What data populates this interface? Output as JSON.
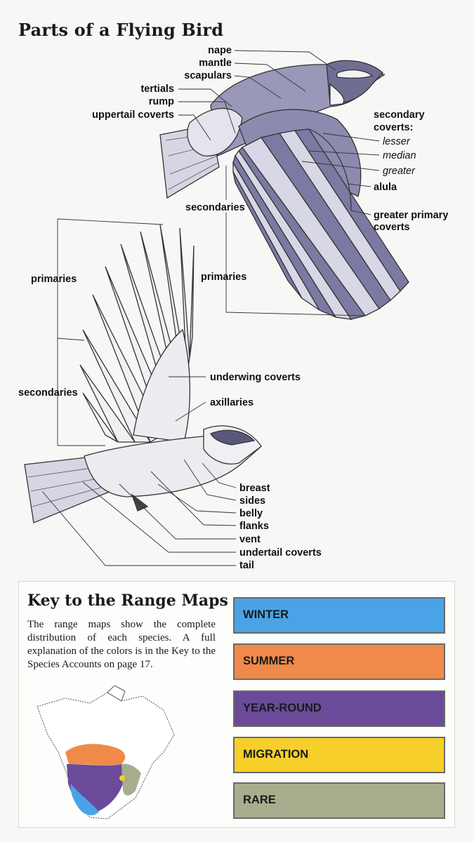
{
  "title": "Parts of a Flying Bird",
  "upper_labels": {
    "nape": "nape",
    "mantle": "mantle",
    "scapulars": "scapulars",
    "tertials": "tertials",
    "rump": "rump",
    "uppertail_coverts": "uppertail coverts",
    "secondary_coverts_1": "secondary",
    "secondary_coverts_2": "coverts:",
    "lesser": "lesser",
    "median": "median",
    "greater": "greater",
    "alula": "alula",
    "greater_primary_1": "greater primary",
    "greater_primary_2": "coverts",
    "secondaries": "secondaries",
    "primaries": "primaries"
  },
  "lower_labels": {
    "primaries": "primaries",
    "secondaries": "secondaries",
    "underwing_coverts": "underwing coverts",
    "axillaries": "axillaries",
    "breast": "breast",
    "sides": "sides",
    "belly": "belly",
    "flanks": "flanks",
    "vent": "vent",
    "undertail_coverts": "undertail coverts",
    "tail": "tail"
  },
  "key": {
    "title": "Key to the Range Maps",
    "text": "The range maps show the complete distribution of each species. A full explanation of the colors is in the Key to the Species Accounts on page 17.",
    "items": [
      {
        "label": "WINTER",
        "color": "#4aa3e6"
      },
      {
        "label": "SUMMER",
        "color": "#f08a4a"
      },
      {
        "label": "YEAR-ROUND",
        "color": "#6b4a9a"
      },
      {
        "label": "MIGRATION",
        "color": "#f7cf2a"
      },
      {
        "label": "RARE",
        "color": "#a9ad8e"
      }
    ]
  },
  "colors": {
    "bird_fill": "#9a98b8",
    "bird_light": "#c9c8dc",
    "line": "#222222"
  }
}
